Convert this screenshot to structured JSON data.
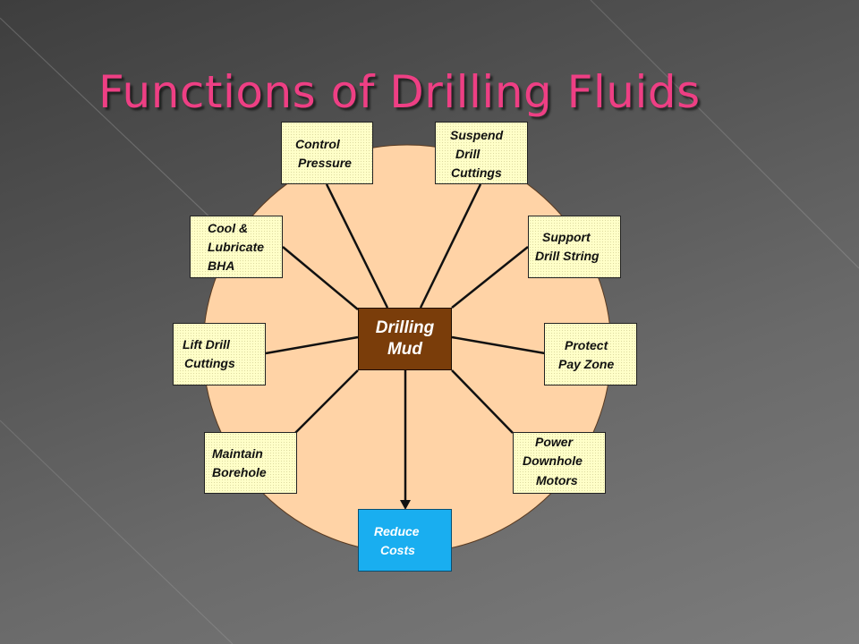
{
  "slide": {
    "title": "Functions of Drilling Fluids"
  },
  "colors": {
    "title": "#ee3f84",
    "circle_fill": "#ffd3a6",
    "node_fill": "#ffffc8",
    "center_fill": "#7a3d0a",
    "highlight_fill": "#19aef0"
  },
  "center": {
    "line1": "Drilling",
    "line2": "Mud"
  },
  "nodes": {
    "control_pressure": {
      "line1": "Control",
      "line2": "Pressure"
    },
    "suspend_drill_cuttings": {
      "line1": "Suspend",
      "line2": "Drill",
      "line3": "Cuttings"
    },
    "cool_lubricate_bha": {
      "line1": "Cool &",
      "line2": "Lubricate",
      "line3": "BHA"
    },
    "support_drill_string": {
      "line1": "Support",
      "line2": "Drill String"
    },
    "lift_drill_cuttings": {
      "line1": "Lift Drill",
      "line2": "Cuttings"
    },
    "protect_pay_zone": {
      "line1": "Protect",
      "line2": "Pay Zone"
    },
    "maintain_borehole": {
      "line1": "Maintain",
      "line2": "Borehole"
    },
    "power_downhole_motors": {
      "line1": "Power",
      "line2": "Downhole",
      "line3": "Motors"
    },
    "reduce_costs": {
      "line1": "Reduce",
      "line2": "Costs"
    }
  }
}
